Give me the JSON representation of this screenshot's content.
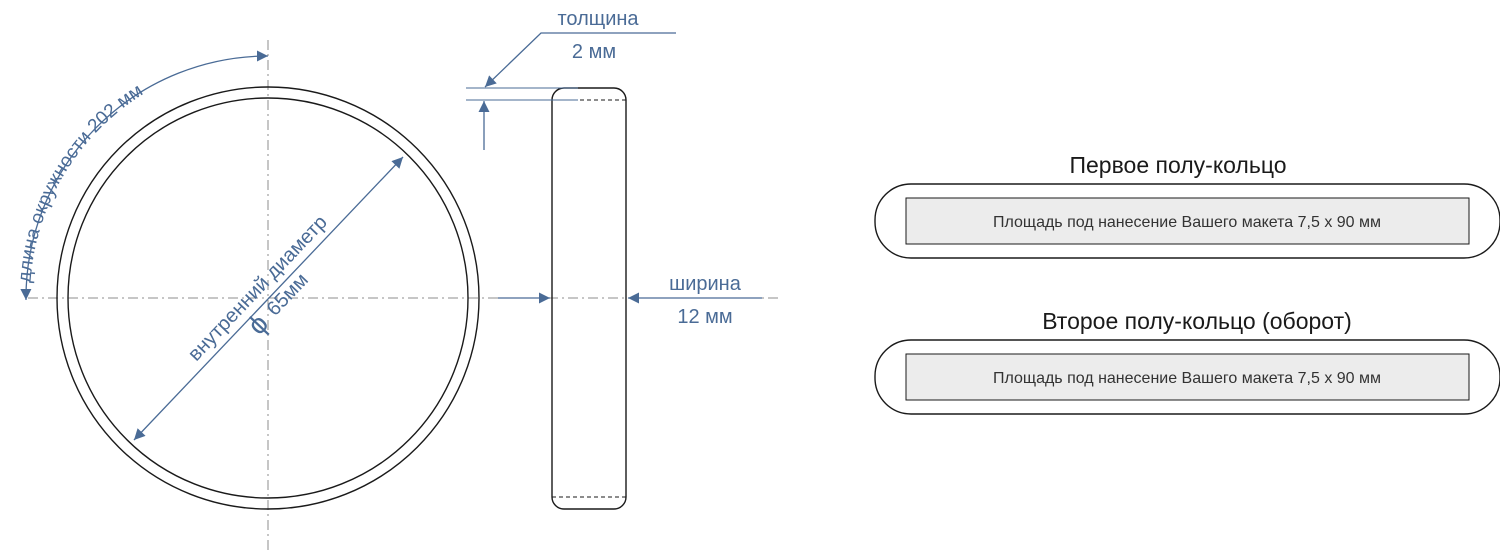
{
  "colors": {
    "dimension": "#4a6b96",
    "outline": "#1a1a1a",
    "area_fill": "#ececec",
    "centerline": "#8c8c8c"
  },
  "ring": {
    "circumference_label": "длина окружности 202 мм",
    "inner_diameter_label": "внутренний диаметр",
    "diameter_symbol": "ϕ",
    "diameter_value": "65мм"
  },
  "profile": {
    "thickness_label": "толщина",
    "thickness_value": "2 мм",
    "width_label": "ширина",
    "width_value": "12 мм"
  },
  "halves": [
    {
      "title": "Первое полу-кольцо",
      "area_text": "Площадь под нанесение Вашего макета 7,5 х 90 мм"
    },
    {
      "title": "Второе полу-кольцо (оборот)",
      "area_text": "Площадь под нанесение Вашего макета 7,5 х 90 мм"
    }
  ]
}
